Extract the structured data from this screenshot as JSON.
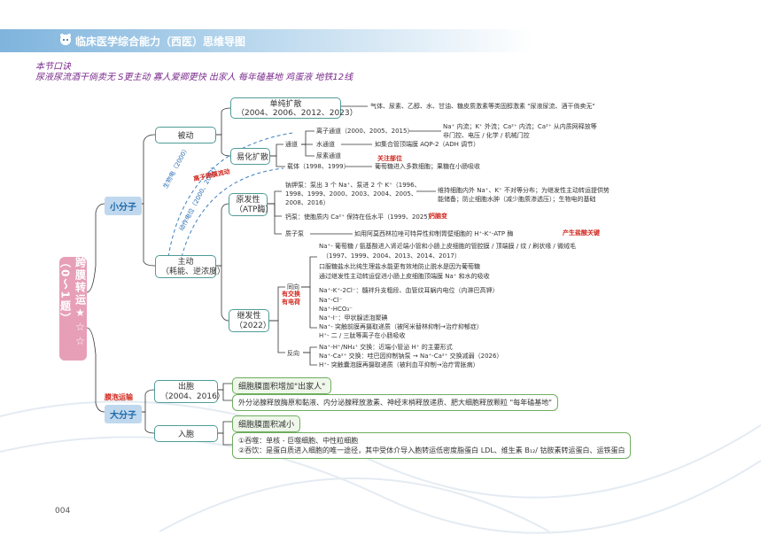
{
  "header": {
    "title": "临床医学综合能力（西医）思维导图"
  },
  "mnemonic": {
    "heading": "本节口诀",
    "text": "尿液尿流酒干倘卖无  S更主动  寡人爱卿更快  出家人  每年磕基地  鸡蛋液  地铁12线"
  },
  "root": {
    "label": "跨膜转运★☆☆（0～1题）"
  },
  "small": {
    "label": "小分子",
    "passive": {
      "label": "被动",
      "simple": {
        "label": "单纯扩散",
        "years": "（2004、2006、2012、2023）",
        "desc": "气体、尿素、乙醇、水、甘油、糖皮质激素等类固醇激素 \"尿液尿流、酒干倘卖无\""
      },
      "facilitated": {
        "label": "易化扩散",
        "channel_label": "通道",
        "ion_channel": "离子通道（2000、2005、2015）",
        "ion_desc1": "Na⁺ 内流；K⁺ 外流；Ca²⁺ 内流；Ca²⁺ 从内质网释放等",
        "ion_desc2": "非门控、电压 / 化学 / 机械门控",
        "water_channel": "水通道",
        "water_desc": "如集合管顶端膜 AQP-2（ADH 调节）",
        "urea_channel": "尿素通道",
        "carrier": "载体（1998、1999）",
        "carrier_desc": "葡萄糖进入多数细胞；果糖在小肠吸收",
        "note_attention": "关注部位"
      }
    },
    "active": {
      "label": "主动",
      "sub": "（耗能、逆浓度）",
      "primary": {
        "label": "原发性",
        "sub": "（ATP酶）",
        "pump": "钠钾泵：泵出 3 个 Na⁺、泵进 2 个 K⁺（1996、",
        "pump2": "1998、1999、2000、2003、2004、2005、",
        "pump3": "2008、2016）",
        "pump_desc1": "维持细胞内外 Na⁺、K⁺ 不对等分布；为继发性主动转运提供势",
        "pump_desc2": "能储备；防止细胞水肿（减少胞质渗透压）；生物电的基础",
        "calcium": "钙泵：使胞质内 Ca²⁺ 保持在低水平（1999、2025）",
        "calcium_note": "钙脑变",
        "proton": "质子泵",
        "proton_desc": "如用阿莫西林拉唑可特异性抑制胃壁细胞的 H⁺-K⁺-ATP 酶",
        "proton_note": "产生盐酸关键"
      },
      "secondary": {
        "label": "继发性",
        "years": "（2022）",
        "same_dir": "同向",
        "note_same": "有交换\n有电荷",
        "s1": "Na⁺- 葡萄糖 / 氨基酸进入肾近端小管和小肠上皮细胞的管腔膜 / 顶端膜 / 纹 / 刷状缘 / 微绒毛",
        "s2": "（1997、1999、2004、2013、2014、2017）",
        "s3": "口服糖盐水比纯生理盐水能更有效地防止脱水是因为葡萄糖",
        "s4": "通过继发性主动转运促进小肠上皮细胞顶端膜 Na⁺ 和水的吸收",
        "s5": "Na⁺-K⁺-2Cl⁻：髓袢升支粗段、血管纹耳蜗内电位（内淋巴高钾）",
        "s6": "Na⁺-Cl⁻",
        "s7": "Na⁺-HCO₃⁻",
        "s8": "Na⁺-I⁻：甲状腺滤泡聚碘",
        "s9": "Na⁺- 突触前膜再摄取递质（被阿米替林抑制→治疗抑郁症）",
        "s10": "H⁺- 二 / 三肽等离子在小肠吸收",
        "opp_dir": "反向",
        "o1": "Na⁺-H⁺/NH₄⁺ 交换：近端小管泌 H⁺ 的主要形式",
        "o2": "Na⁺-Ca²⁺ 交换：哇巴因抑制钠泵 → Na⁺-Ca²⁺ 交换减弱（2026）",
        "o3": "H⁺- 突触囊泡膜再摄取递质（被利血平抑制→治疗胃胀病）"
      }
    },
    "curve_labels": {
      "path1": "生物电（2000）",
      "path2": "动作电位（2000、2001）",
      "note_ion": "离子跨膜流动"
    }
  },
  "large": {
    "label": "大分子",
    "note": "膜泡运输",
    "exo": {
      "label": "出胞",
      "years": "（2004、2016）",
      "l1": "细胞膜面积增加\"出家人\"",
      "l2": "外分泌腺释放酶原和黏液、内分泌腺释放激素、神经末梢释放递质、肥大细胞释放颗粒 \"每年磕基地\""
    },
    "endo": {
      "label": "入胞",
      "l1": "细胞膜面积减小",
      "l2": "①吞噬：单核 - 巨噬细胞、中性粒细胞",
      "l3": "②吞饮：是蛋白质进入细胞的唯一途径，其中受体介导入胞转运低密度脂蛋白 LDL、维生素 B₁₂/ 钴胺素转运蛋白、运铁蛋白"
    }
  },
  "page": {
    "number": "004"
  }
}
